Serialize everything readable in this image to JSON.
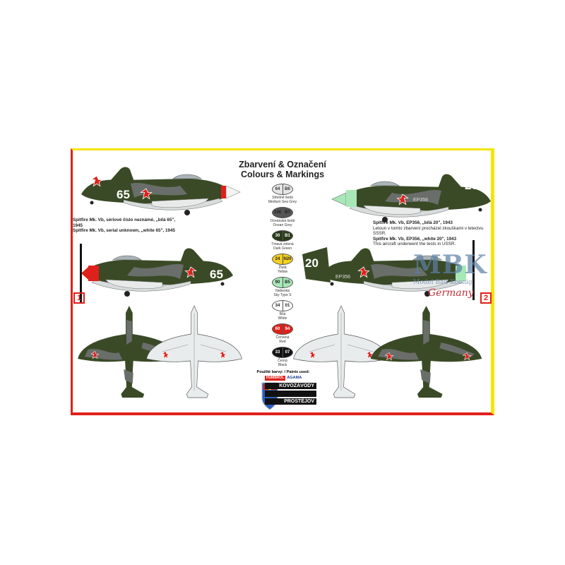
{
  "title": {
    "line1": "Zbarvení & Označení",
    "line2": "Colours & Markings"
  },
  "captions": {
    "left": {
      "line1": "Spitfire Mk. Vb, sériové číslo neznámé, „bílá 65\",",
      "line2": "1945",
      "line3": "Spitfire Mk. Vb, serial unknown, „white 65\", 1945"
    },
    "right": {
      "line1": "Spitfire Mk. Vb, EP356, „bílá 20\", 1943",
      "line2": "Letoun v tomto zbarvení procházel zkouškami v letectvu",
      "line3": "SSSR.",
      "line4": "Spitfire Mk. Vb, EP356, „white 20\", 1943",
      "line5": "This aircraft underwent the tests in USSR."
    }
  },
  "aircraft_markings": {
    "left_number": "65",
    "right_number": "20",
    "right_serial": "EP356"
  },
  "colours": [
    {
      "a": "64",
      "b": "B6",
      "cz": "Středně šedá",
      "en": "Medium Sea Grey",
      "color": "#e6e6e6",
      "text": "#333"
    },
    {
      "a": "106",
      "b": "B7",
      "cz": "Oceánská šedá",
      "en": "Ocean Grey",
      "color": "#555555",
      "text": "#222"
    },
    {
      "a": "30",
      "b": "B1",
      "cz": "Tmavá zelená",
      "en": "Dark Green",
      "color": "#2c3a1c",
      "text": "#fff"
    },
    {
      "a": "24",
      "b": "N20",
      "cz": "Žlutá",
      "en": "Yellow",
      "color": "#f5d020",
      "text": "#222"
    },
    {
      "a": "90",
      "b": "B5",
      "cz": "Nebeská",
      "en": "Sky Type S",
      "color": "#a8e8b8",
      "text": "#222"
    },
    {
      "a": "34",
      "b": "01",
      "cz": "Bílá",
      "en": "White",
      "color": "#ffffff",
      "text": "#222"
    },
    {
      "a": "60",
      "b": "94",
      "cz": "Červená",
      "en": "Red",
      "color": "#e0201a",
      "text": "#fff"
    },
    {
      "a": "33",
      "b": "07",
      "cz": "Černá",
      "en": "Black",
      "color": "#111111",
      "text": "#fff"
    }
  ],
  "paints": {
    "label": "Použité barvy: / Paints used:",
    "brand1": "HUMBROL",
    "brand2": "AGAMA",
    "bar1": "KOVOZÁVODY",
    "bar2": "PROSTĚJOV"
  },
  "scheme_numbers": {
    "first": "1",
    "second": "2"
  },
  "watermark": {
    "logo": "MBK",
    "sub": "Model Bau Koenig",
    "country": "Germany"
  },
  "palette": {
    "camo_green": "#3a4a26",
    "camo_grey": "#6a6e6a",
    "underside_grey": "#d8dcdc",
    "star_red": "#e0201a",
    "sky": "#a8e8b8"
  }
}
